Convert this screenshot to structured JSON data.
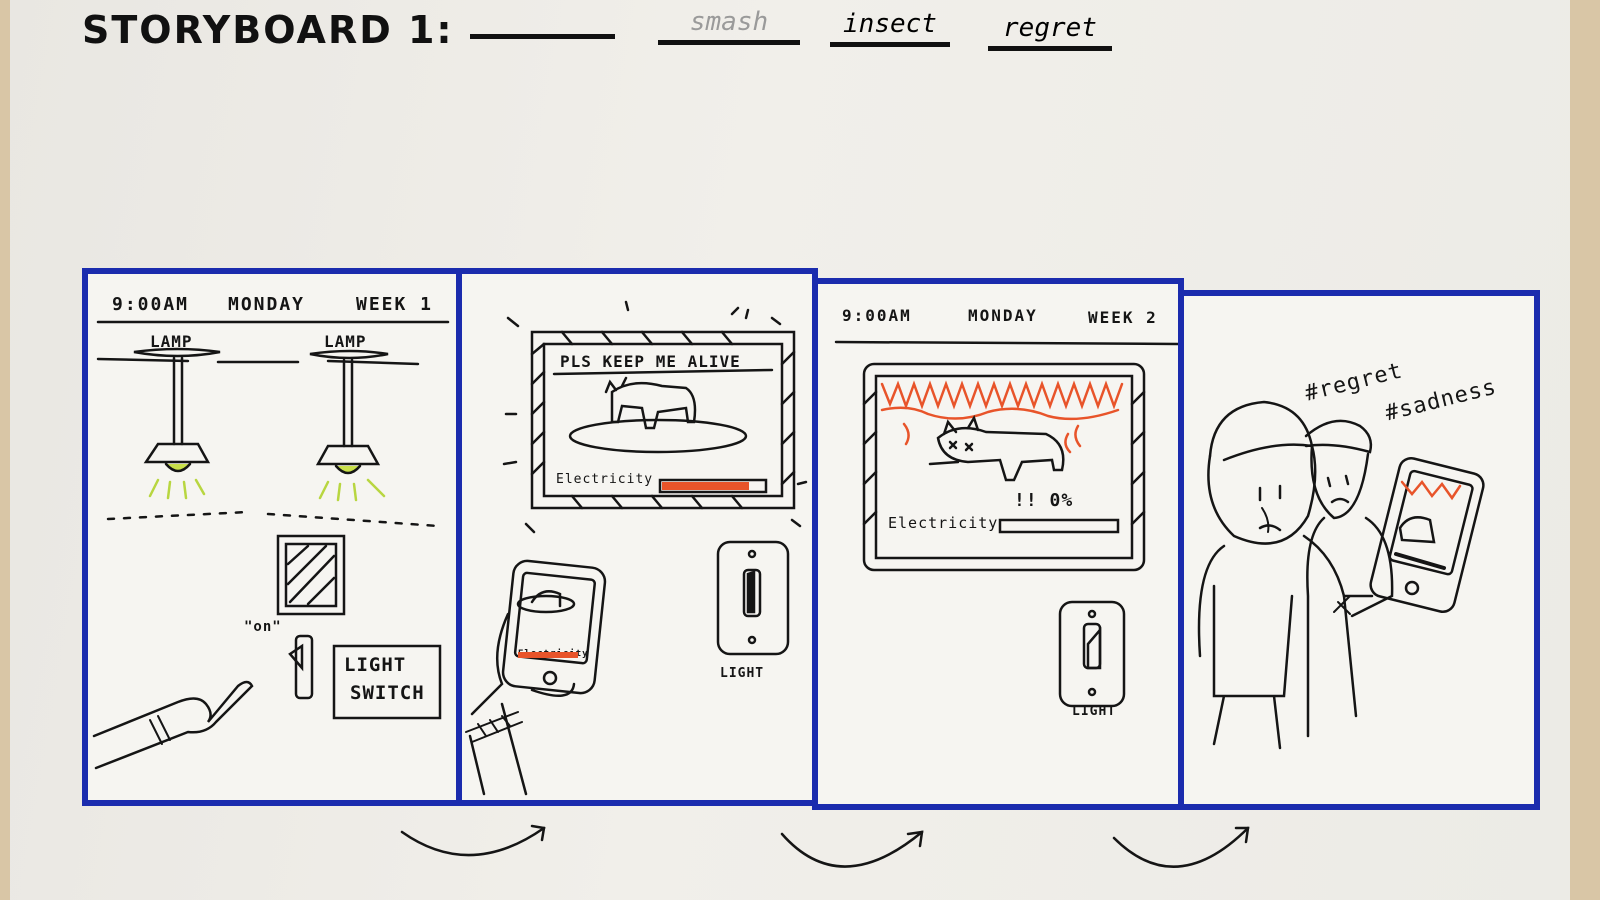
{
  "title": "STORYBOARD 1:",
  "blanks": [
    "",
    "smash",
    "insect",
    "regret"
  ],
  "panel1": {
    "time": "9:00AM",
    "day": "MONDAY",
    "week": "WEEK 1",
    "lamp_left": "LAMP",
    "lamp_right": "LAMP",
    "on_label": "\"on\"",
    "switch_line1": "LIGHT",
    "switch_line2": "SWITCH"
  },
  "panel2": {
    "screen_text": "PLS KEEP ME ALIVE",
    "electricity_label": "Electricity",
    "phone_label": "Electricity",
    "switch_label": "LIGHT",
    "electricity_level": 0.85
  },
  "panel3": {
    "time": "9:00AM",
    "day": "MONDAY",
    "week": "WEEK 2",
    "warning": "!! 0%",
    "electricity_label": "Electricity",
    "switch_label": "LIGHT",
    "electricity_level": 0
  },
  "panel4": {
    "tag1": "#regret",
    "tag2": "#sadness"
  },
  "colors": {
    "ink": "#151515",
    "panel_border": "#1b2cae",
    "accent": "#e8542a",
    "lamp_light": "#c9e04a"
  }
}
